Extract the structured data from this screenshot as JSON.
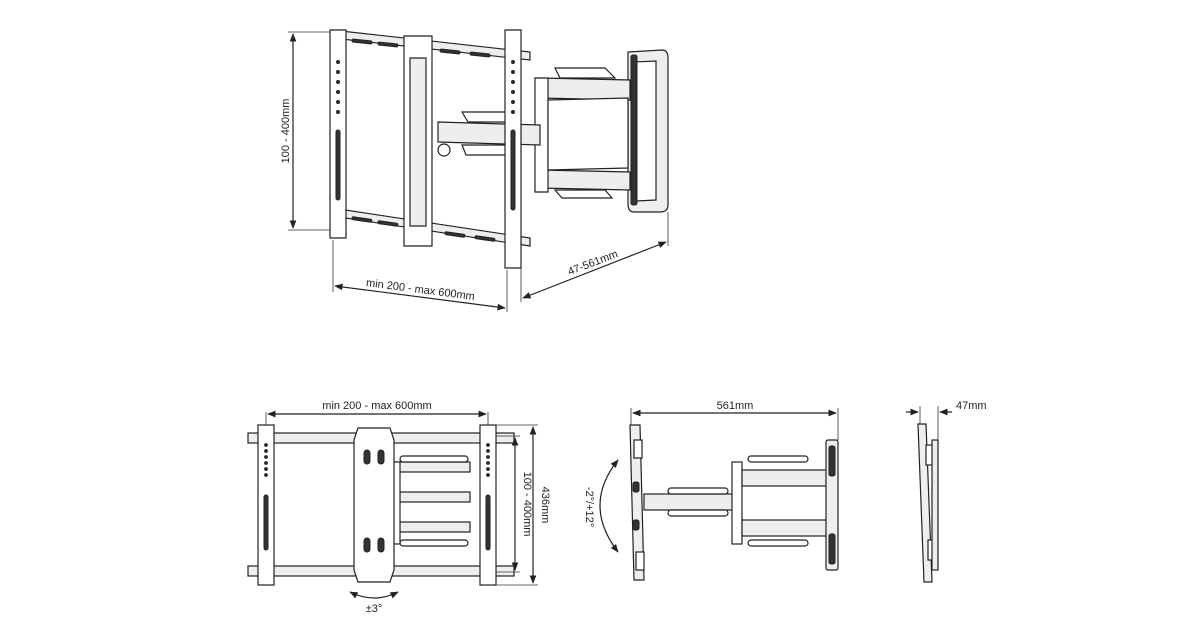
{
  "iso_view": {
    "height_label": "100 - 400mm",
    "width_label": "min 200 - max 600mm",
    "extension_label": "47-561mm"
  },
  "front_view": {
    "width_label": "min 200 - max 600mm",
    "inner_height_label": "100 - 400mm",
    "outer_height_label": "436mm",
    "rotation_label": "±3°"
  },
  "side_view": {
    "extension_label": "561mm",
    "tilt_label": "-2°/+12°"
  },
  "profile_view": {
    "depth_label": "47mm"
  }
}
